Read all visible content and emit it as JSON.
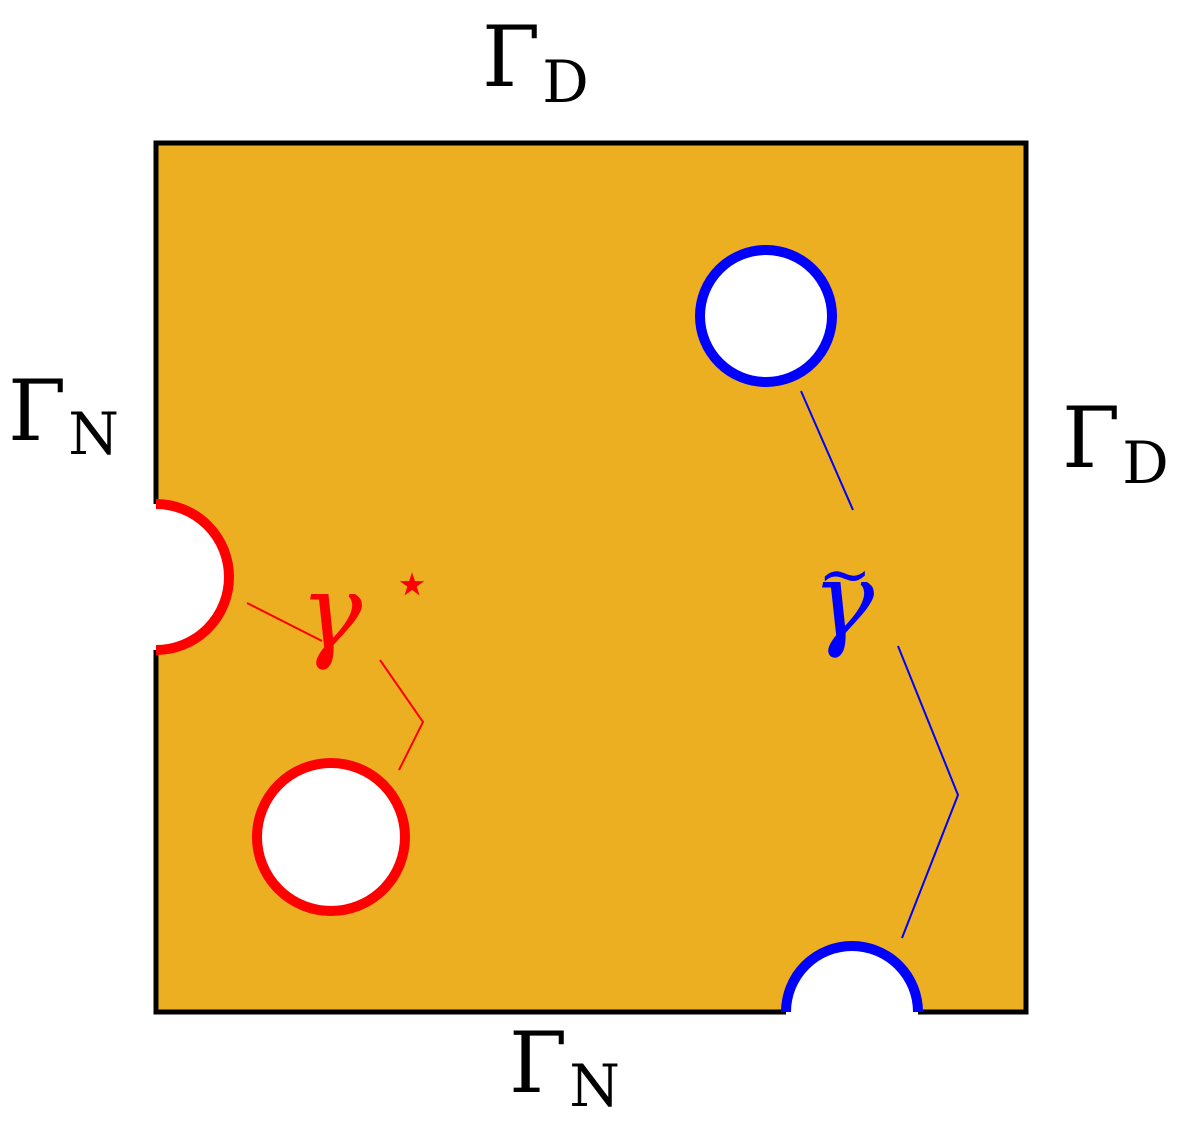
{
  "diagram": {
    "colors": {
      "domain_fill": "#ECAF22",
      "outline": "#000000",
      "red": "#FF0000",
      "blue": "#0000FF",
      "hole": "#FFFFFF"
    },
    "labels": {
      "top": {
        "main": "Γ",
        "sub": "D"
      },
      "right": {
        "main": "Γ",
        "sub": "D"
      },
      "left": {
        "main": "Γ",
        "sub": "N"
      },
      "bottom": {
        "main": "Γ",
        "sub": "N"
      },
      "gamma_star": {
        "main": "γ",
        "sup": "⋆"
      },
      "gamma_tilde": {
        "main": "γ",
        "accent": "~"
      }
    }
  }
}
